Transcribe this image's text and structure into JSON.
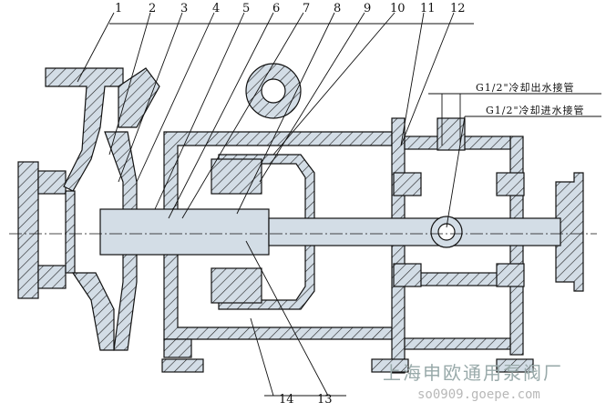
{
  "part_numbers_top": [
    "1",
    "2",
    "3",
    "4",
    "5",
    "6",
    "7",
    "8",
    "9",
    "10",
    "11",
    "12"
  ],
  "part_numbers_bottom": [
    "14",
    "13"
  ],
  "notes": {
    "cooling_outlet": "G1/2\"冷却出水接管",
    "cooling_inlet": "G1/2\"冷却进水接管"
  },
  "watermark": {
    "company": "上海申欧通用泵阀厂",
    "url": "so0909.goepe.com"
  },
  "colors": {
    "fill": "#d3dde6",
    "line": "#111111"
  }
}
